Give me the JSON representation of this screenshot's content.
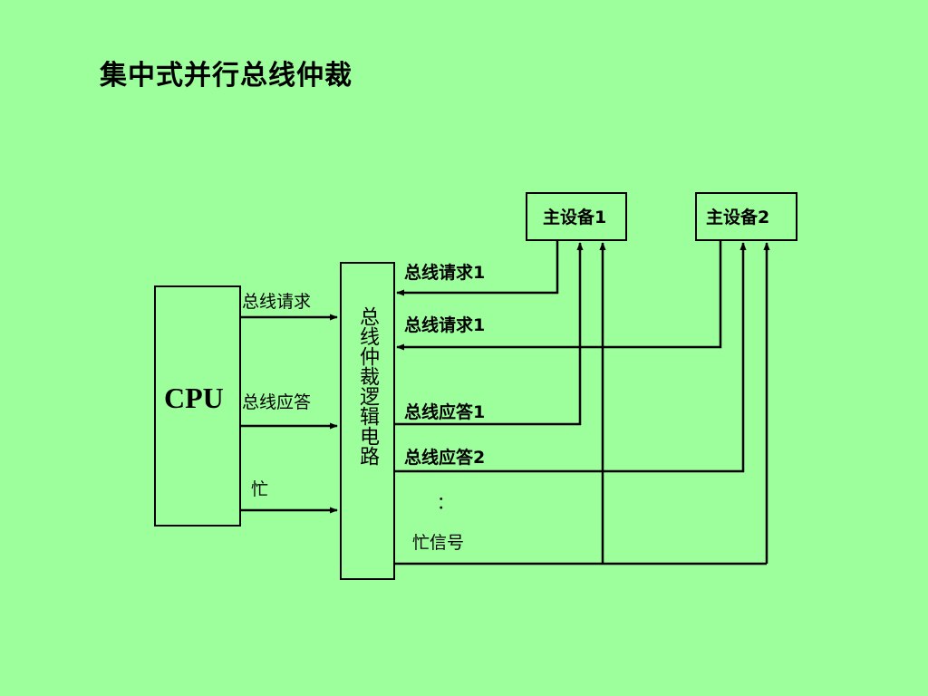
{
  "title": "集中式并行总线仲裁",
  "cpu": {
    "label": "CPU"
  },
  "arbiter": {
    "label": "总线仲裁逻辑电路"
  },
  "master1": {
    "label": "主设备1"
  },
  "master2": {
    "label": "主设备2"
  },
  "cpu_signals": {
    "bus_request": "总线请求",
    "bus_grant": "总线应答",
    "busy": "忙"
  },
  "device_signals": {
    "bus_request_a": "总线请求1",
    "bus_request_b": "总线请求1",
    "bus_grant_1": "总线应答1",
    "bus_grant_2": "总线应答2",
    "ellipsis": "：",
    "busy_signal": "忙信号"
  }
}
